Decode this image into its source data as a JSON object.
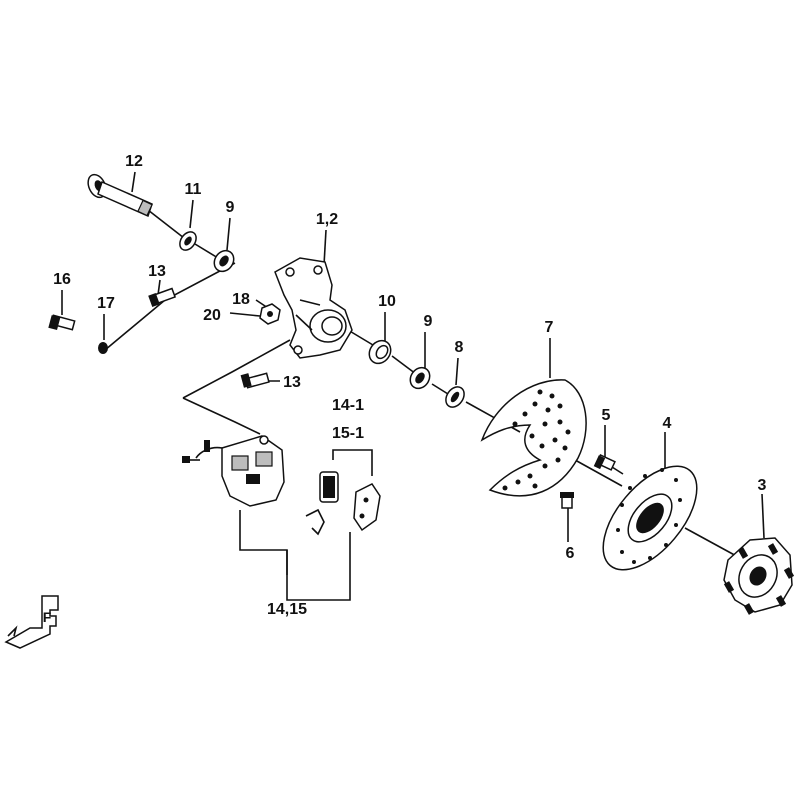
{
  "callouts": {
    "c12": "12",
    "c11": "11",
    "c9a": "9",
    "c1_2": "1,2",
    "c13a": "13",
    "c16": "16",
    "c17": "17",
    "c18": "18",
    "c20": "20",
    "c10": "10",
    "c9b": "9",
    "c8": "8",
    "c7": "7",
    "c13b": "13",
    "c14_1": "14-1",
    "c15_1": "15-1",
    "c5": "5",
    "c4": "4",
    "c6": "6",
    "c3": "3",
    "c14_15": "14,15"
  },
  "front_indicator": {
    "letter": "F",
    "icon": "front-direction-arrow-icon"
  }
}
